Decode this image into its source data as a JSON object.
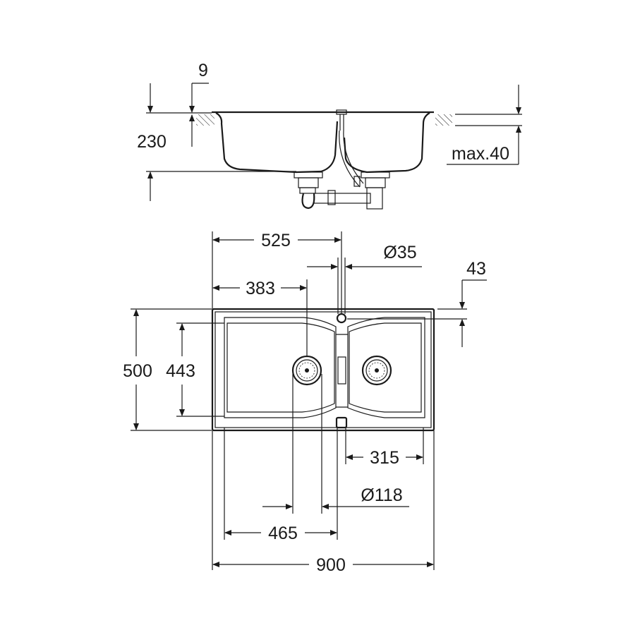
{
  "side_view": {
    "rim_thickness": "9",
    "depth": "230",
    "worktop_max": "max.40"
  },
  "top_view": {
    "tap_hole_offset": "525",
    "tap_hole_diameter": "Ø35",
    "tap_hole_edge": "43",
    "left_drain_offset": "383",
    "overall_depth": "500",
    "bowl_depth": "443",
    "right_bowl_width": "315",
    "drain_diameter": "Ø118",
    "left_bowl_width": "465",
    "overall_width": "900"
  },
  "colors": {
    "line": "#1a1a1a",
    "background": "#ffffff"
  }
}
